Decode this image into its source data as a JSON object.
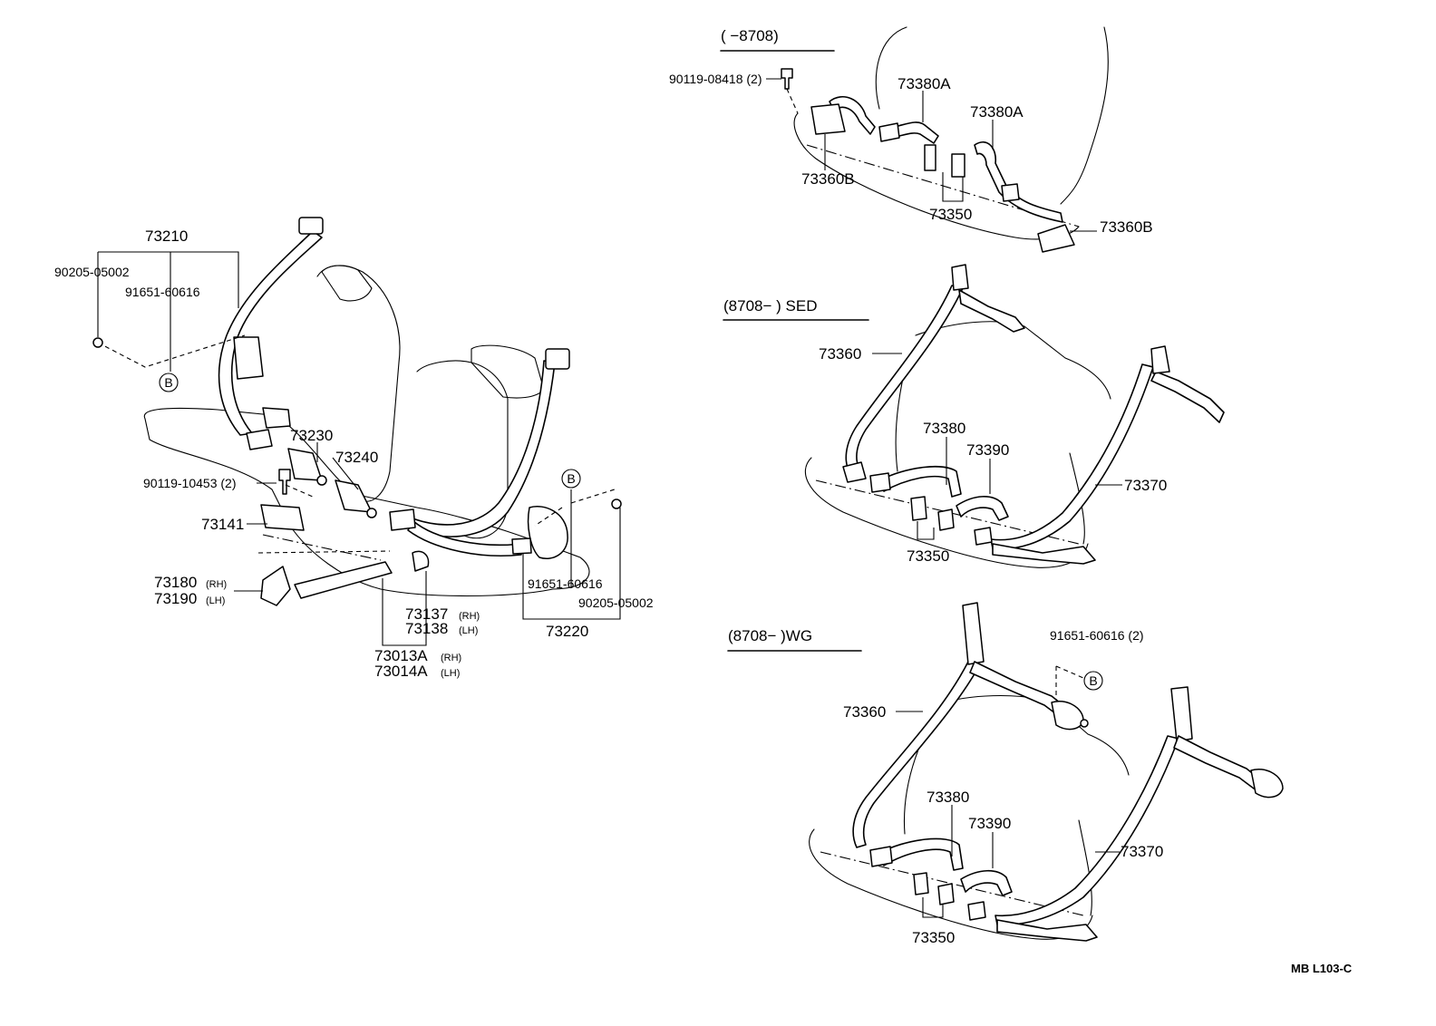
{
  "drawing_code": "MB  L103-C",
  "front_seat": {
    "labels": {
      "p73210": "73210",
      "p90205_a": "90205-05002",
      "p91651_a": "91651-60616",
      "p73230": "73230",
      "p73240": "73240",
      "p90119_10453": "90119-10453 (2)",
      "p73141": "73141",
      "p73180": "73180",
      "p73180_side": "(RH)",
      "p73190": "73190",
      "p73190_side": "(LH)",
      "p73137": "73137",
      "p73137_side": "(RH)",
      "p73138": "73138",
      "p73138_side": "(LH)",
      "p73013A": "73013A",
      "p73013A_side": "(RH)",
      "p73014A": "73014A",
      "p73014A_side": "(LH)",
      "p91651_b": "91651-60616",
      "p90205_b": "90205-05002",
      "p73220": "73220"
    },
    "ref_marks": [
      "B",
      "B"
    ]
  },
  "rear_early": {
    "header": "(        −8708)",
    "labels": {
      "p90119_08418": "90119-08418 (2)",
      "p73380A_1": "73380A",
      "p73380A_2": "73380A",
      "p73360B_1": "73360B",
      "p73360B_2": "73360B",
      "p73350": "73350"
    }
  },
  "rear_sedan": {
    "header": "(8708−           ) SED",
    "labels": {
      "p73360": "73360",
      "p73380": "73380",
      "p73390": "73390",
      "p73370": "73370",
      "p73350": "73350"
    }
  },
  "rear_wagon": {
    "header": "(8708−           )WG",
    "labels": {
      "p91651": "91651-60616 (2)",
      "p73360": "73360",
      "p73380": "73380",
      "p73390": "73390",
      "p73370": "73370",
      "p73350": "73350"
    },
    "ref_marks": [
      "B"
    ]
  }
}
